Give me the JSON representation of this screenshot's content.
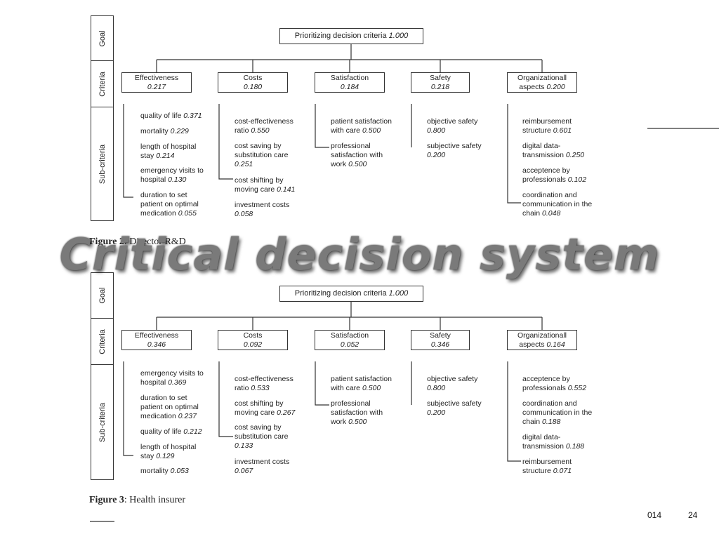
{
  "slide_title": "Critical decision system",
  "page_number": "24",
  "footer_partial_year": "014",
  "side_labels": {
    "goal": "Goal",
    "criteria": "Criteria",
    "subcriteria": "Sub-criteria"
  },
  "figure2": {
    "caption_bold": "Figure 2",
    "caption_text": ": Director R&D",
    "goal": {
      "label": "Prioritizing decision criteria",
      "value": "1.000"
    },
    "criteria": [
      {
        "line1": "Effectiveness",
        "value": "0.217",
        "subs": [
          {
            "text": "quality of life",
            "value": "0.371"
          },
          {
            "text": "mortality",
            "value": "0.229"
          },
          {
            "text": "length of hospital stay",
            "value": "0.214"
          },
          {
            "text": "emergency visits to hospital",
            "value": "0.130"
          },
          {
            "text": "duration to set patient on optimal medication",
            "value": "0.055"
          }
        ]
      },
      {
        "line1": "Costs",
        "value": "0.180",
        "subs": [
          {
            "text": "cost-effectiveness ratio",
            "value": "0.550"
          },
          {
            "text": "cost saving by substitution care",
            "value": "0.251"
          },
          {
            "text": "cost shifting by moving care",
            "value": "0.141"
          },
          {
            "text": "investment costs",
            "value": "0.058"
          }
        ]
      },
      {
        "line1": "Satisfaction",
        "value": "0.184",
        "subs": [
          {
            "text": "patient satisfaction with care",
            "value": "0.500"
          },
          {
            "text": "professional satisfaction with work",
            "value": "0.500"
          }
        ]
      },
      {
        "line1": "Safety",
        "value": "0.218",
        "subs": [
          {
            "text": "objective safety",
            "value": "0.800"
          },
          {
            "text": "subjective safety",
            "value": "0.200"
          }
        ]
      },
      {
        "line1": "Organizationall",
        "line2": "aspects",
        "value": "0.200",
        "subs": [
          {
            "text": "reimbursement structure",
            "value": "0.601"
          },
          {
            "text": "digital data-transmission",
            "value": "0.250"
          },
          {
            "text": "acceptence by professionals",
            "value": "0.102"
          },
          {
            "text": "coordination and communication in the chain",
            "value": "0.048"
          }
        ]
      }
    ]
  },
  "figure3": {
    "caption_bold": "Figure 3",
    "caption_text": ": Health insurer",
    "goal": {
      "label": "Prioritizing decision criteria",
      "value": "1.000"
    },
    "criteria": [
      {
        "line1": "Effectiveness",
        "value": "0.346",
        "subs": [
          {
            "text": "emergency visits to hospital",
            "value": "0.369"
          },
          {
            "text": "duration to set patient on optimal medication",
            "value": "0.237"
          },
          {
            "text": "quality of life",
            "value": "0.212"
          },
          {
            "text": "length of hospital stay",
            "value": "0.129"
          },
          {
            "text": "mortality",
            "value": "0.053"
          }
        ]
      },
      {
        "line1": "Costs",
        "value": "0.092",
        "subs": [
          {
            "text": "cost-effectiveness ratio",
            "value": "0.533"
          },
          {
            "text": "cost shifting by moving care",
            "value": "0.267"
          },
          {
            "text": "cost saving by substitution care",
            "value": "0.133"
          },
          {
            "text": "investment costs",
            "value": "0.067"
          }
        ]
      },
      {
        "line1": "Satisfaction",
        "value": "0.052",
        "subs": [
          {
            "text": "patient satisfaction with care",
            "value": "0.500"
          },
          {
            "text": "professional satisfaction with work",
            "value": "0.500"
          }
        ]
      },
      {
        "line1": "Safety",
        "value": "0.346",
        "subs": [
          {
            "text": "objective safety",
            "value": "0.800"
          },
          {
            "text": "subjective safety",
            "value": "0.200"
          }
        ]
      },
      {
        "line1": "Organizationall",
        "line2": "aspects",
        "value": "0.164",
        "subs": [
          {
            "text": "acceptence by professionals",
            "value": "0.552"
          },
          {
            "text": "coordination and communication in the chain",
            "value": "0.188"
          },
          {
            "text": "digital data-transmission",
            "value": "0.188"
          },
          {
            "text": "reimbursement structure",
            "value": "0.071"
          }
        ]
      }
    ]
  }
}
